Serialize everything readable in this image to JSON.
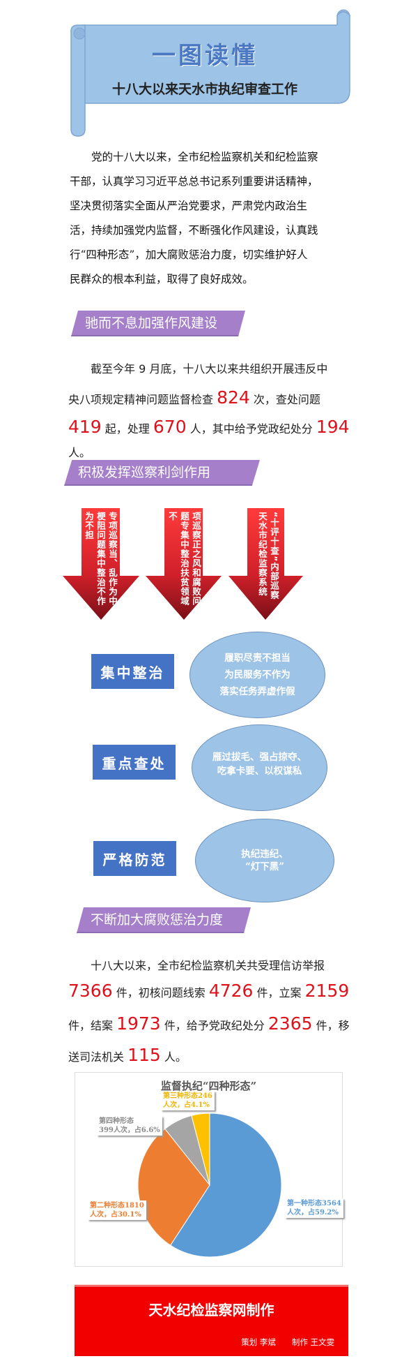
{
  "banner": {
    "title": "一图读懂",
    "subtitle": "十八大以来天水市执纪审查工作",
    "color": "#9dc3e6"
  },
  "intro": {
    "lines": [
      "　　党的十八大以来，全市纪检监察机关和纪检监察",
      "干部，认真学习习近平总总书记系列重要讲话精神，",
      "坚决贯彻落实全面从严治党要求，严肃党内政治生",
      "活，持续加强党内监督，不断强化作风建设，认真践",
      "行“四种形态”，加大腐败惩治力度，切实维护好人",
      "民群众的根本利益，取得了良好成效。"
    ]
  },
  "section1": {
    "header": "驰而不息加强作风建设",
    "lines": [
      [
        {
          "t": "　　截至今年 9 月底，十八大以来共组织开展违反中"
        }
      ],
      [
        {
          "t": "央八项规定精神问题监督检查 "
        },
        {
          "t": "824",
          "red": true
        },
        {
          "t": " 次，查处问题"
        }
      ],
      [
        {
          "t": "419",
          "red": true
        },
        {
          "t": " 起，处理 "
        },
        {
          "t": "670",
          "red": true
        },
        {
          "t": " 人，其中给予党政纪处分 "
        },
        {
          "t": "194",
          "red": true
        }
      ],
      [
        {
          "t": "人。"
        }
      ]
    ]
  },
  "section2": {
    "header": "积极发挥巡察利剑作用",
    "arrows": [
      {
        "text": "专项巡察当、乱作为中梗阻问题集中整治不作为不担"
      },
      {
        "text": "项巡察正之风和腐败问题专集中整治扶贫领域不"
      },
      {
        "text": "“十评十查”内部巡察天水市纪检监察系统"
      }
    ],
    "items": [
      {
        "label": "集中整治",
        "lines": [
          "履职尽责不担当",
          "为民服务不作为",
          "落实任务弄虚作假"
        ]
      },
      {
        "label": "重点查处",
        "lines": [
          "雁过拔毛、强占掠夺、",
          "吃拿卡要、以权谋私"
        ]
      },
      {
        "label": "严格防范",
        "lines": [
          "执纪违纪、",
          "“灯下黑”"
        ]
      }
    ]
  },
  "section3": {
    "header": "不断加大腐败惩治力度",
    "lines": [
      [
        {
          "t": "　　十八大以来，全市纪检监察机关共受理信访举报"
        }
      ],
      [
        {
          "t": "7366",
          "red": true
        },
        {
          "t": " 件，初核问题线索 "
        },
        {
          "t": "4726",
          "red": true
        },
        {
          "t": " 件，立案 "
        },
        {
          "t": "2159",
          "red": true
        }
      ],
      [
        {
          "t": "件，结案 "
        },
        {
          "t": "1973",
          "red": true
        },
        {
          "t": " 件，给予党政纪处分 "
        },
        {
          "t": "2365",
          "red": true
        },
        {
          "t": " 件，移"
        }
      ],
      [
        {
          "t": "送司法机关 "
        },
        {
          "t": "115",
          "red": true
        },
        {
          "t": " 人。"
        }
      ]
    ]
  },
  "chart_data": {
    "type": "pie",
    "title": "监督执纪“四种形态”",
    "slices": [
      {
        "name": "第一种形态",
        "value": 3564,
        "unit": "人次",
        "percent": 59.2,
        "label1": "第一种形态3564",
        "label2": "人次，占59.2%",
        "color": "#5b9bd5",
        "label_color": "#5b9bd5"
      },
      {
        "name": "第二种形态",
        "value": 1810,
        "unit": "人次",
        "percent": 30.1,
        "label1": "第二种形态1810",
        "label2": "人次，占30.1%",
        "color": "#ed7d31",
        "label_color": "#ed7d31"
      },
      {
        "name": "第四种形态",
        "value": 399,
        "unit": "人次",
        "percent": 6.6,
        "label1": "第四种形态",
        "label2": "399人次，占6.6%",
        "color": "#a5a5a5",
        "label_color": "#8a8a8a"
      },
      {
        "name": "第三种形态",
        "value": 246,
        "unit": "人次",
        "percent": 4.1,
        "label1": "第三种形态246",
        "label2": "人次，占4.1%",
        "color": "#ffc000",
        "label_color": "#f0b400"
      }
    ]
  },
  "footer": {
    "title": "天水纪检监察网制作",
    "credits": "策划 李斌　　制作 王文雯"
  }
}
